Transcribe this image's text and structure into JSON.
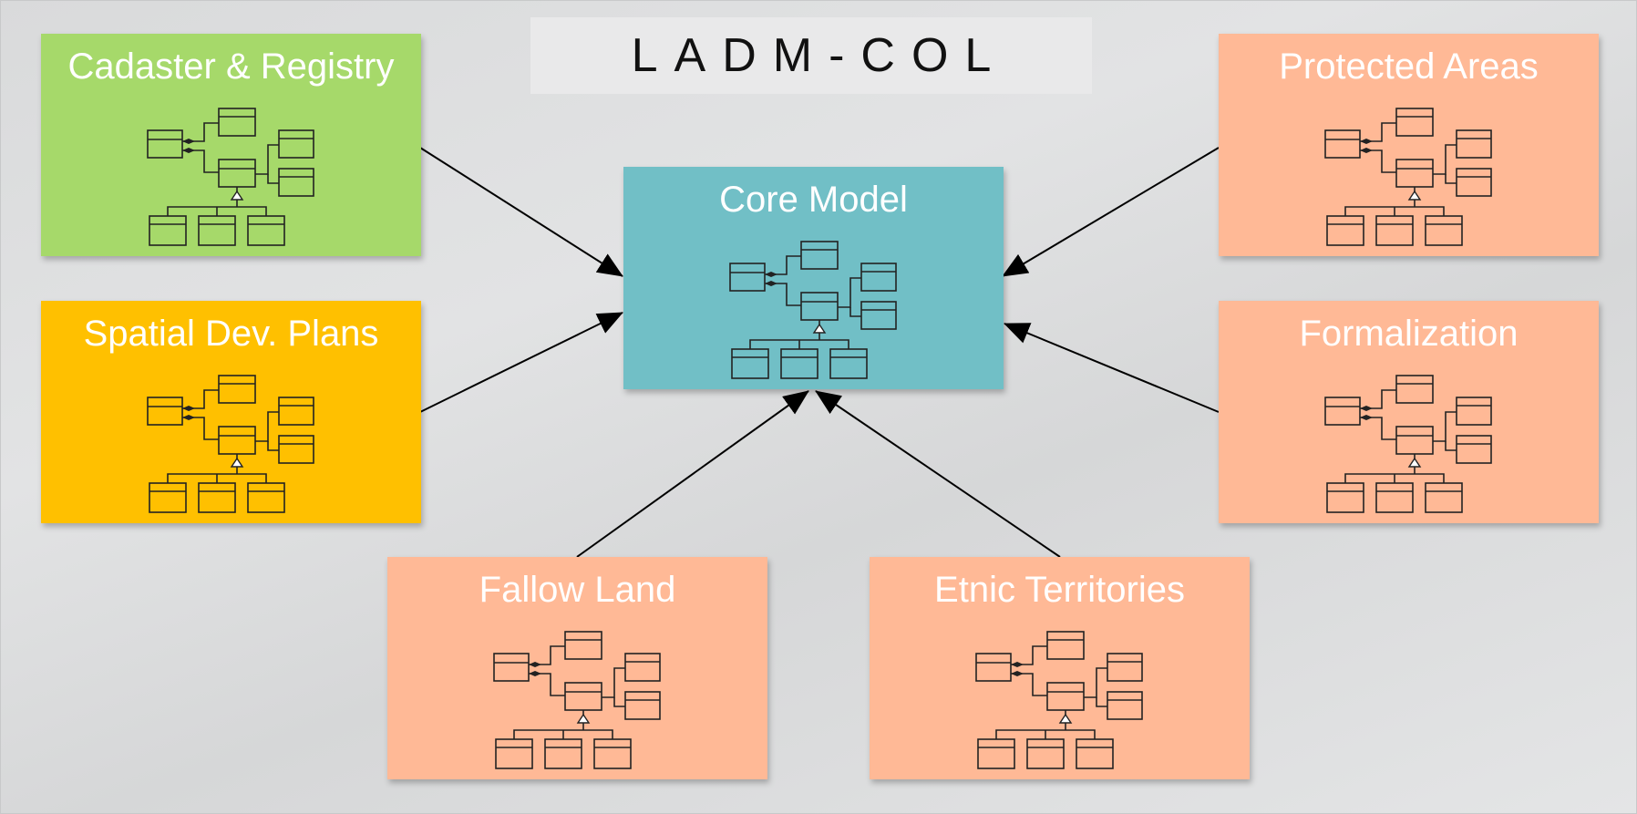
{
  "title": "LADM-COL",
  "packages": {
    "core": {
      "label": "Core Model",
      "color": "#71bfc6"
    },
    "cadaster": {
      "label": "Cadaster & Registry",
      "color": "#a6d96a"
    },
    "spatial": {
      "label": "Spatial Dev. Plans",
      "color": "#ffc000"
    },
    "protected": {
      "label": "Protected Areas",
      "color": "#ffb996"
    },
    "formalization": {
      "label": "Formalization",
      "color": "#ffb996"
    },
    "fallow": {
      "label": "Fallow Land",
      "color": "#ffb996"
    },
    "etnic": {
      "label": "Etnic Territories",
      "color": "#ffb996"
    }
  },
  "icons": {
    "class_diagram": "uml-class-diagram-icon"
  }
}
